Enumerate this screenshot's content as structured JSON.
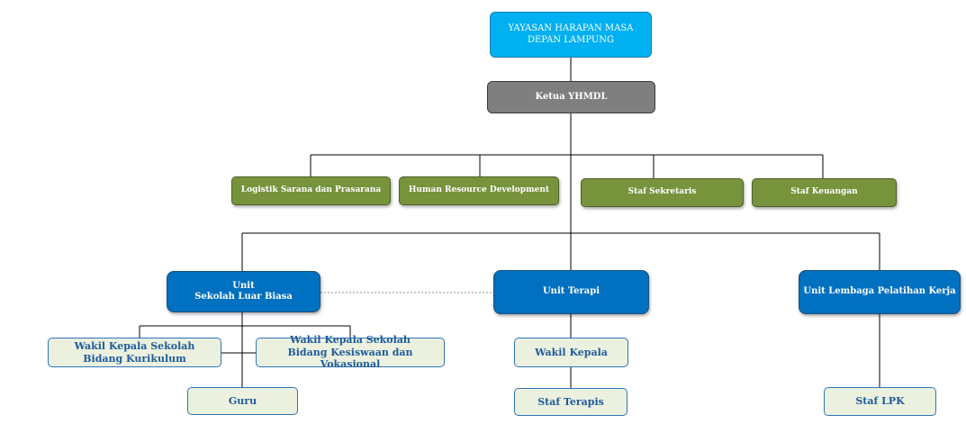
{
  "org": {
    "top": "YAYASAN HARAPAN MASA\nDEPAN LAMPUNG",
    "ketua": "Ketua YHMDL",
    "staff": [
      "Logistik Sarana dan Prasarana",
      "Human Resource Development",
      "Staf Sekretaris",
      "Staf Keuangan"
    ],
    "units": {
      "slb": "Unit\nSekolah Luar Biasa",
      "terapi": "Unit Terapi",
      "lpk": "Unit Lembaga Pelatihan Kerja"
    },
    "slb_children": {
      "wakil_kurikulum": "Wakil Kepala Sekolah\nBidang Kurikulum",
      "wakil_kesiswaan": "Wakil Kepala Sekolah\nBidang Kesiswaan dan Vokasional",
      "guru": "Guru"
    },
    "terapi_children": {
      "wakil": "Wakil Kepala",
      "staf": "Staf Terapis"
    },
    "lpk_children": {
      "staf": "Staf LPK"
    }
  },
  "colors": {
    "top": "#00b0f0",
    "ketua": "#7f7f7f",
    "staff": "#77933c",
    "unit": "#0070c0",
    "leaf": "#ebf1de",
    "leaf_text": "#1f5a9c"
  }
}
